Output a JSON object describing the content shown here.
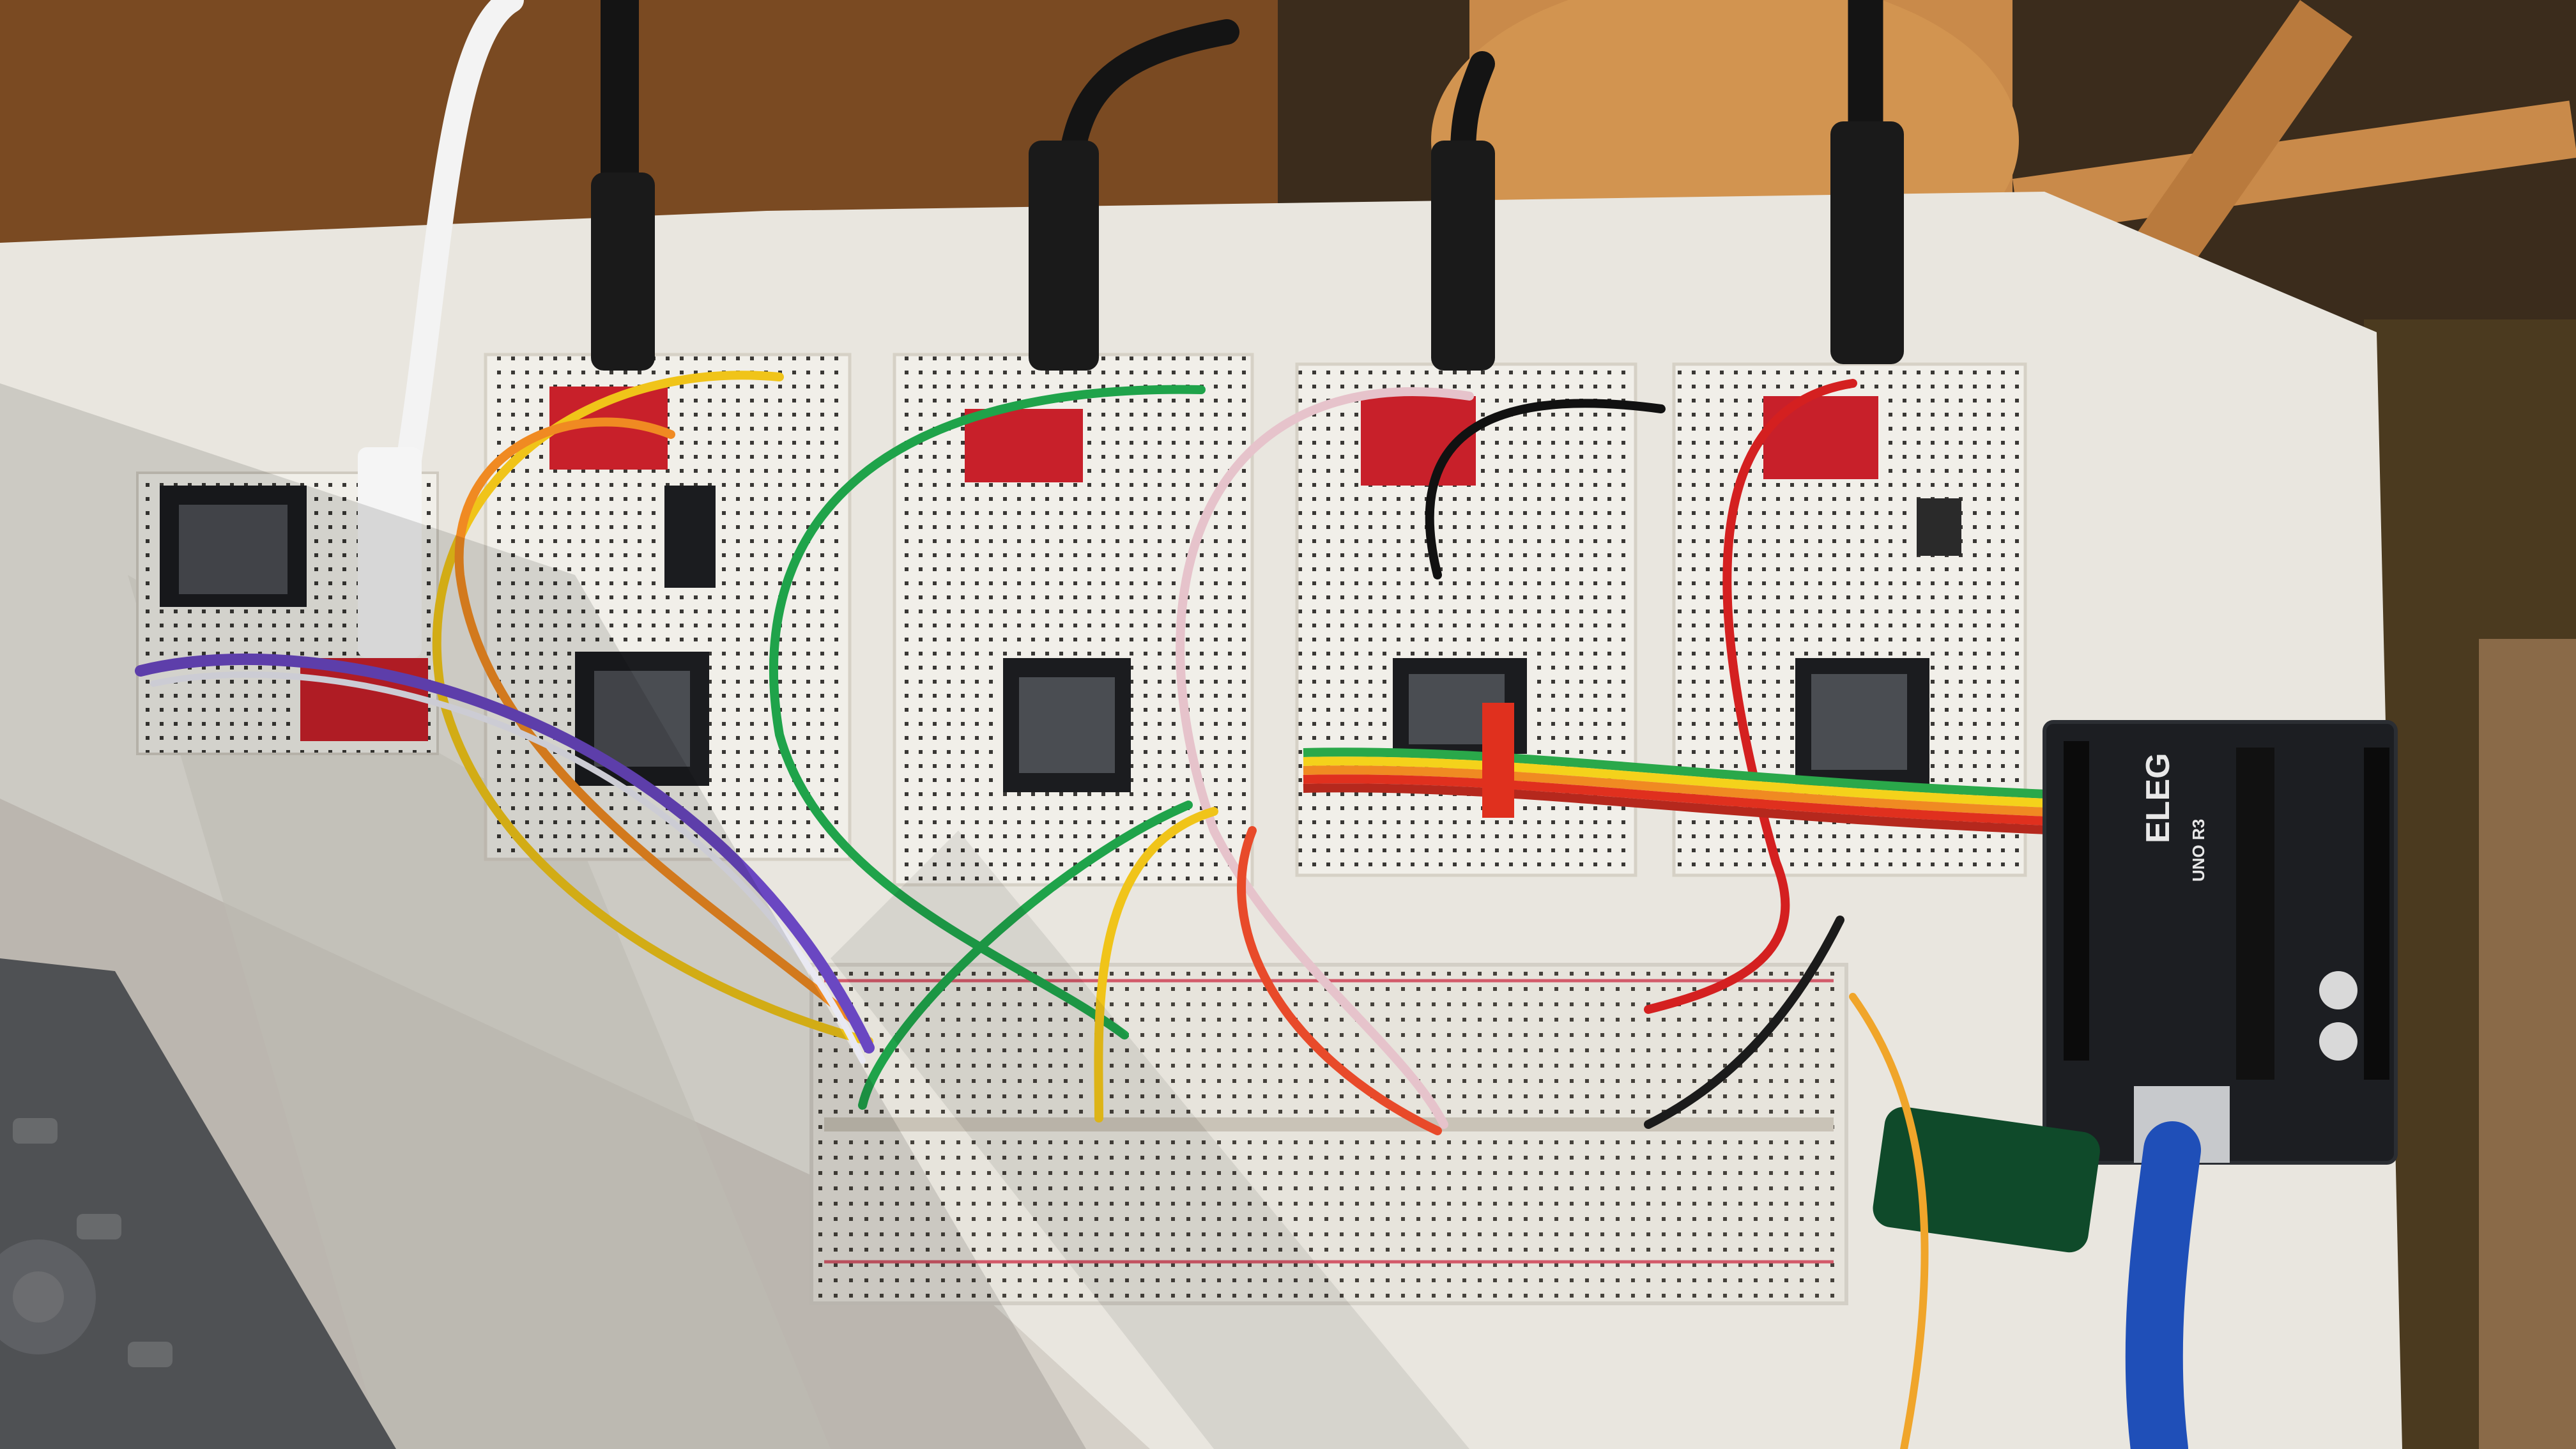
{
  "arduino": {
    "brand_text": "ELEG",
    "model_text": "UNO R3"
  },
  "colors": {
    "table": "#e9e6df",
    "wood": "#c98a4a",
    "breadboard": "#f1efe9",
    "pcb_red": "#c8202a",
    "arduino_pcb": "#1c1e22",
    "usb_cable": "#1f4fb8"
  },
  "objects": [
    "audio-module-breadboard",
    "mp3-module",
    "headphone-jack",
    "ribbon-cable",
    "main-breadboard",
    "arduino-uno",
    "remote-control"
  ]
}
